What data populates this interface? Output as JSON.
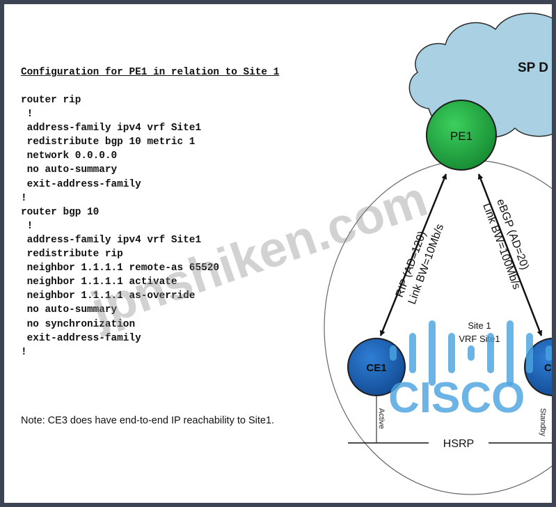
{
  "config": {
    "title": "Configuration for PE1 in relation to Site 1",
    "lines": [
      "router rip",
      " !",
      " address-family ipv4 vrf Site1",
      " redistribute bgp 10 metric 1",
      " network 0.0.0.0",
      " no auto-summary",
      " exit-address-family",
      "!",
      "router bgp 10",
      " !",
      " address-family ipv4 vrf Site1",
      " redistribute rip",
      " neighbor 1.1.1.1 remote-as 65520",
      " neighbor 1.1.1.1 activate",
      " neighbor 1.1.1.1 as-override",
      " no auto-summary",
      " no synchronization",
      " exit-address-family",
      "!"
    ]
  },
  "note": "Note: CE3 does have end-to-end IP reachability to Site1.",
  "diagram": {
    "cloud_label": "SP D",
    "pe1_label": "PE1",
    "ce1_label": "CE1",
    "ce_right_label": "CE",
    "site_name": "Site 1",
    "site_vrf": "VRF Site1",
    "link_rip_protocol": "RIP (AD=120)",
    "link_rip_bw": "Link BW=10Mb/s",
    "link_ebgp_protocol": "eBGP (AD=20)",
    "link_ebgp_bw": "Link BW=100Mb/s",
    "hsrp_label": "HSRP",
    "active_label": "Active",
    "standby_label": "Standby"
  },
  "watermark": {
    "site_text": "jpnshiken.com",
    "brand_text": "CISCO"
  },
  "colors": {
    "frame": "#3d4555",
    "cloud_fill": "#a9d0e3",
    "pe1_fill": "#1fa83f",
    "ce_fill": "#1a5fb4",
    "watermark_blue": "#4aa3df"
  }
}
